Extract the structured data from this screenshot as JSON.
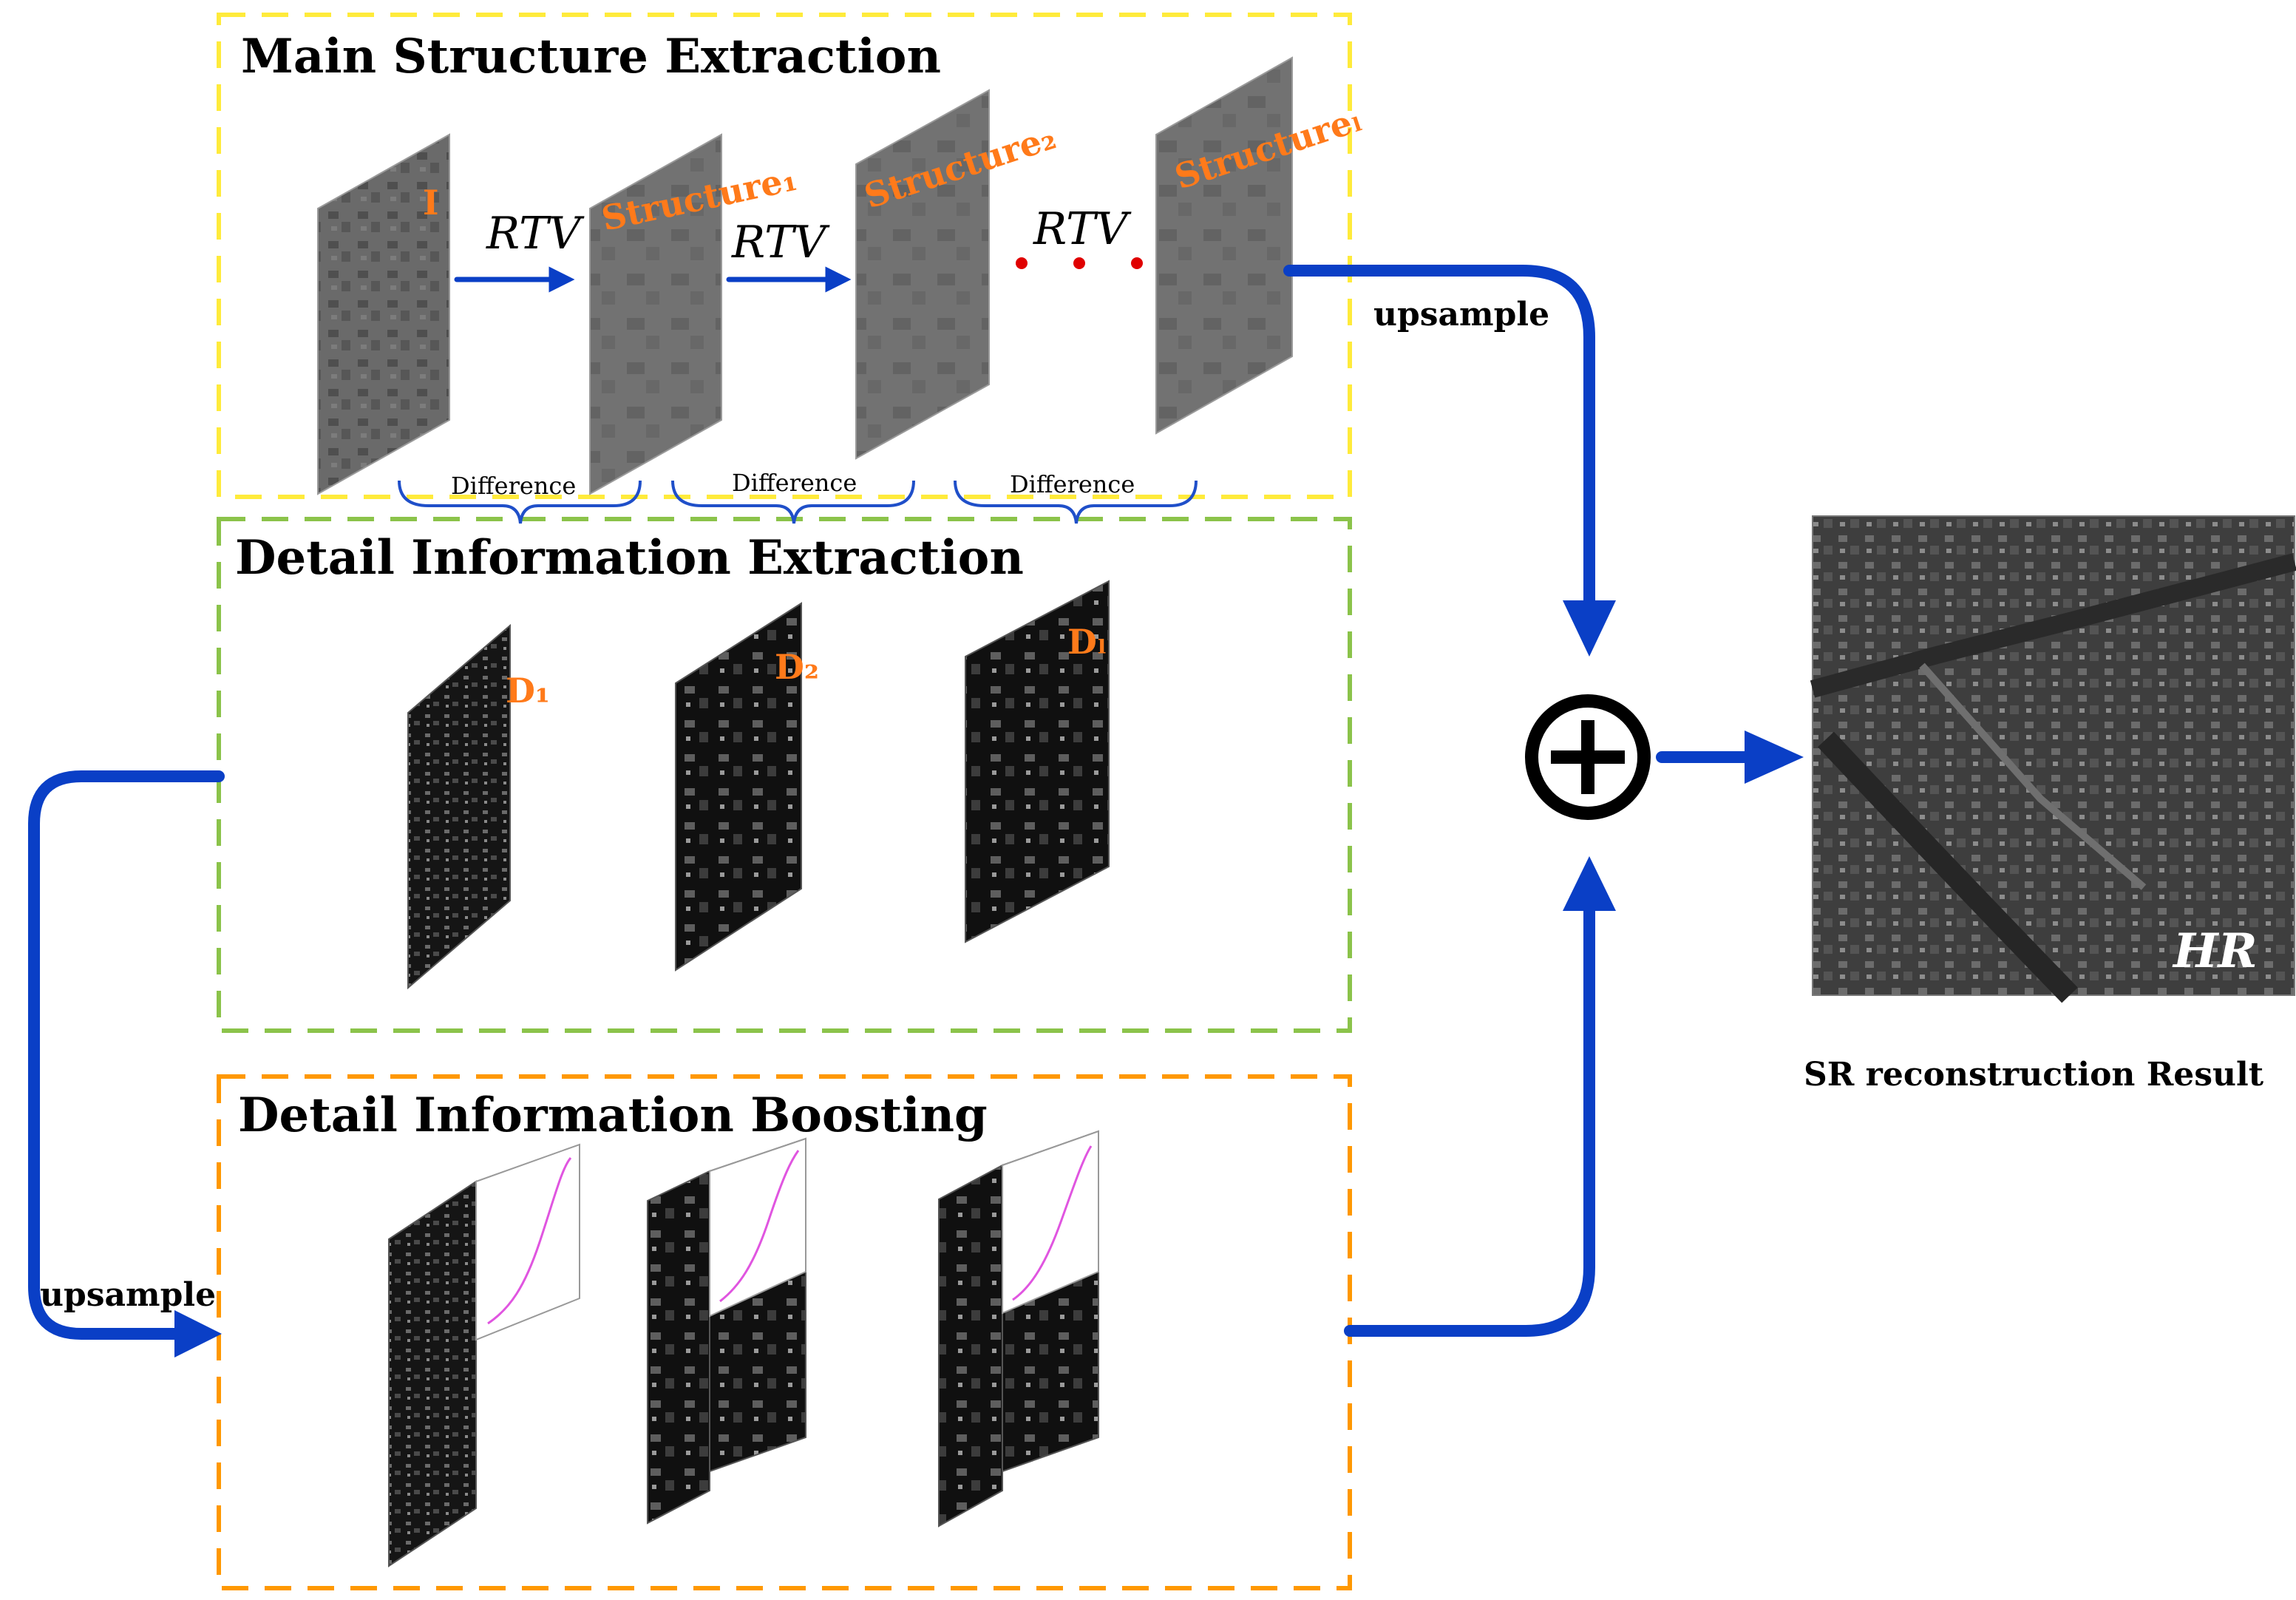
{
  "stages": {
    "structure": {
      "title": "Main Structure Extraction",
      "color": "#ffeb3b"
    },
    "detail": {
      "title": "Detail Information Extraction",
      "color": "#8bc34a"
    },
    "boost": {
      "title": "Detail Information Boosting",
      "color": "#ff9800"
    }
  },
  "structure_images": {
    "input": "I",
    "s1": "Structure₁",
    "s2": "Structure₂",
    "sl": "Structureₗ"
  },
  "rtv_label": "RTV",
  "difference_label": "Difference",
  "detail_images": {
    "d1": "D₁",
    "d2": "D₂",
    "dl": "Dₗ"
  },
  "upsample_label": "upsample",
  "result": {
    "label": "SR reconstruction Result",
    "tag": "HR"
  },
  "colors": {
    "arrow": "#0a3fc6",
    "dots": "#e00000",
    "tag": "#ff7a1a"
  }
}
